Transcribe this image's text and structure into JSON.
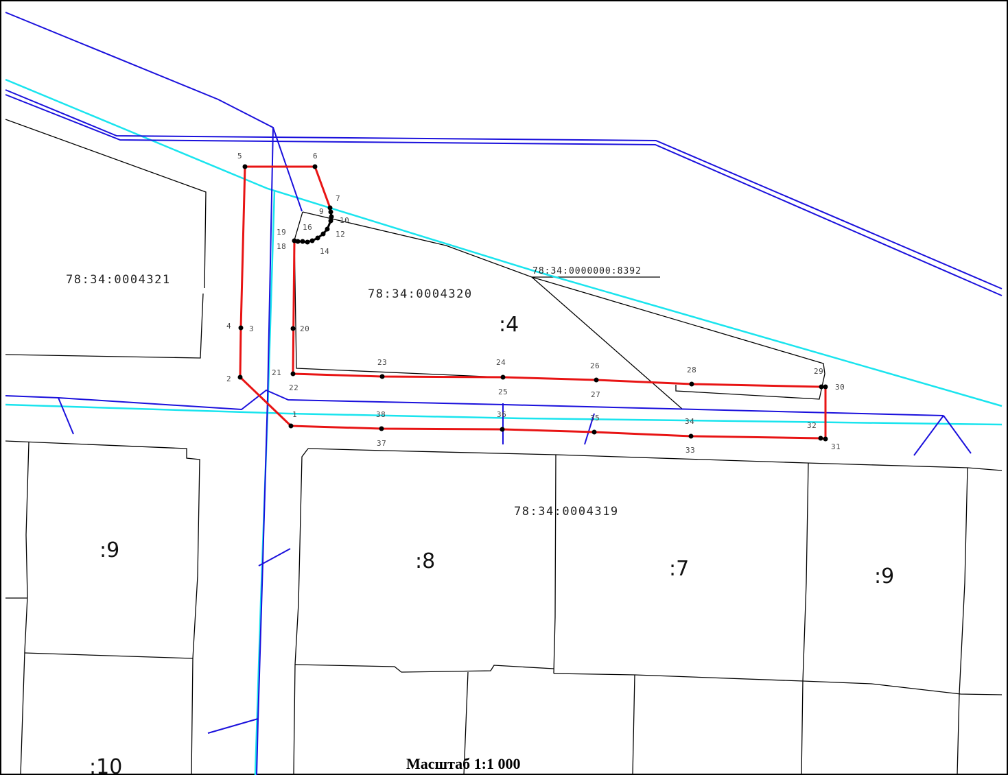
{
  "map": {
    "quarters": [
      {
        "id": "q-4321",
        "label": "78:34:0004321"
      },
      {
        "id": "q-4320",
        "label": "78:34:0004320"
      },
      {
        "id": "q-4319",
        "label": "78:34:0004319"
      }
    ],
    "reference_parcel": {
      "label": "78:34:0000000:8392"
    },
    "parcels": [
      {
        "id": "p4",
        "label": ":4"
      },
      {
        "id": "p9a",
        "label": ":9"
      },
      {
        "id": "p8",
        "label": ":8"
      },
      {
        "id": "p7",
        "label": ":7"
      },
      {
        "id": "p9b",
        "label": ":9"
      },
      {
        "id": "p10",
        "label": ":10"
      }
    ],
    "vertex_labels": [
      "1",
      "2",
      "3",
      "4",
      "5",
      "6",
      "7",
      "9",
      "10",
      "12",
      "14",
      "16",
      "18",
      "19",
      "20",
      "21",
      "22",
      "23",
      "24",
      "25",
      "26",
      "27",
      "28",
      "29",
      "30",
      "31",
      "32",
      "33",
      "34",
      "35",
      "36",
      "37",
      "38"
    ],
    "scale_text": "Масштаб 1:1 000",
    "colors": {
      "boundary_red": "#e81414",
      "road_blue": "#1a10dc",
      "line_cyan": "#19e4ee",
      "cadastral_black": "#000000"
    }
  }
}
